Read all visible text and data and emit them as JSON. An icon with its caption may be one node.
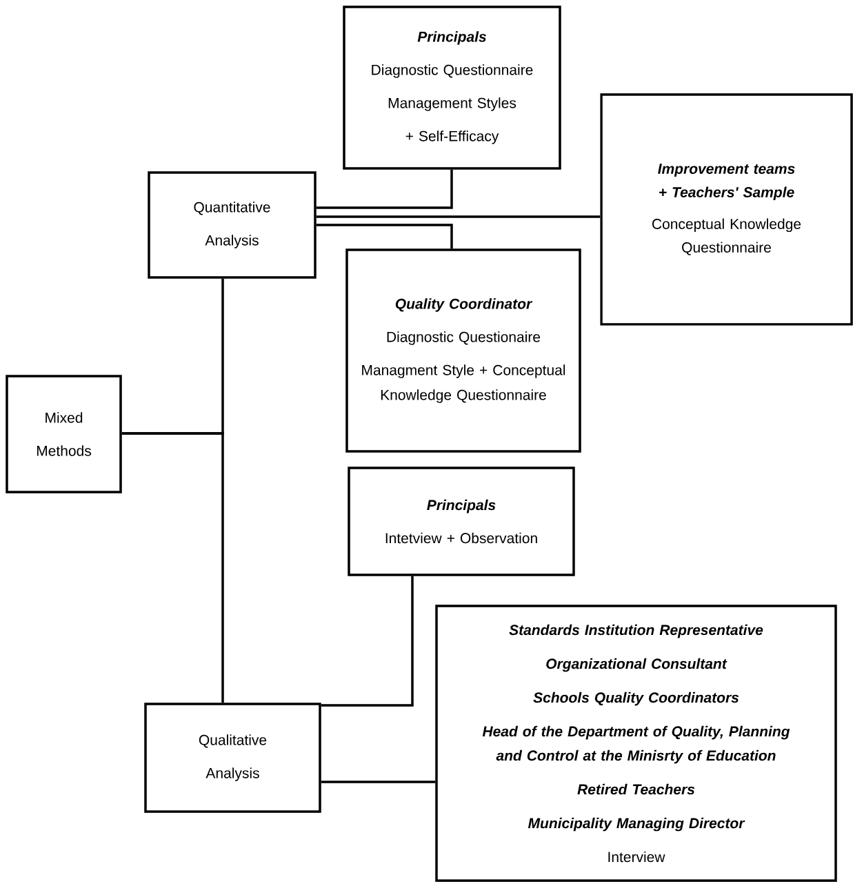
{
  "diagram": {
    "nodes": [
      {
        "text": [
          "Principals",
          "Diagnostic Questionnaire",
          "Management Styles + Self-Efficacy"
        ]
      },
      {
        "text": [
          "Quantitative Analysis"
        ]
      },
      {
        "text": [
          "Improvement teams + Teachers' Sample",
          "Conceptual Knowledge Questionnaire"
        ]
      },
      {
        "text": [
          "Quality Coordinator",
          "Diagnostic Questionaire",
          "Managment Style + Conceptual Knowledge Questionnaire"
        ]
      },
      {
        "text": [
          "Mixed Methods"
        ]
      },
      {
        "text": [
          "Principals",
          "Intetview + Observation"
        ]
      },
      {
        "text": [
          "Qualitative Analysis"
        ]
      },
      {
        "text": [
          "Standards Institution Representative",
          "Organizational Consultant",
          "Schools Quality Coordinators",
          "Head of the Department of Quality, Planning and Control at the Minisrty of Education",
          "Retired Teachers",
          "Municipality Managing Director",
          "Interview"
        ]
      }
    ],
    "edges": [
      {
        "from": 1,
        "to": 0,
        "arrow": "none"
      },
      {
        "from": 1,
        "to": 2,
        "arrow": "none"
      },
      {
        "from": 1,
        "to": 3,
        "arrow": "none"
      },
      {
        "from": 4,
        "to": 1,
        "arrow": "none"
      },
      {
        "from": 4,
        "to": 6,
        "arrow": "none"
      },
      {
        "from": 5,
        "to": 6,
        "arrow": "none"
      },
      {
        "from": 6,
        "to": 7,
        "arrow": "none"
      }
    ]
  }
}
